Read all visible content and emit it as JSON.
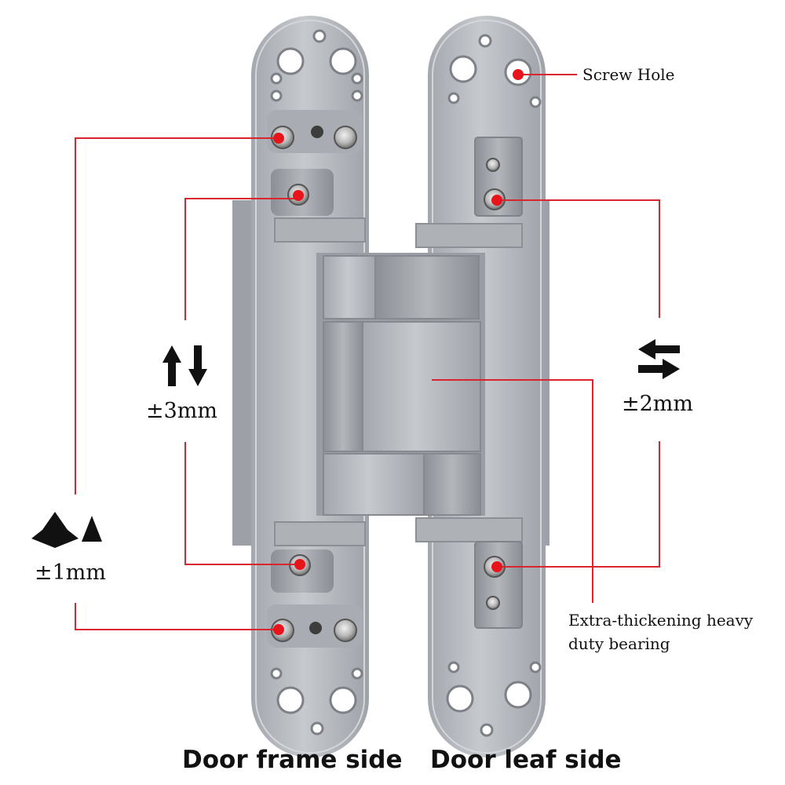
{
  "callouts": {
    "screw_hole": "Screw Hole",
    "bearing_line1": "Extra-thickening heavy",
    "bearing_line2": "duty bearing"
  },
  "adjustments": {
    "vertical": "±3mm",
    "horizontal": "±2mm",
    "depth": "±1mm"
  },
  "captions": {
    "frame_side": "Door frame side",
    "leaf_side": "Door leaf side"
  },
  "colors": {
    "leader_line": "#d9262e",
    "marker": "#e8141c",
    "hinge_metal": "#b9bcc2",
    "hinge_shadow": "#8f9399",
    "text": "#111111"
  }
}
